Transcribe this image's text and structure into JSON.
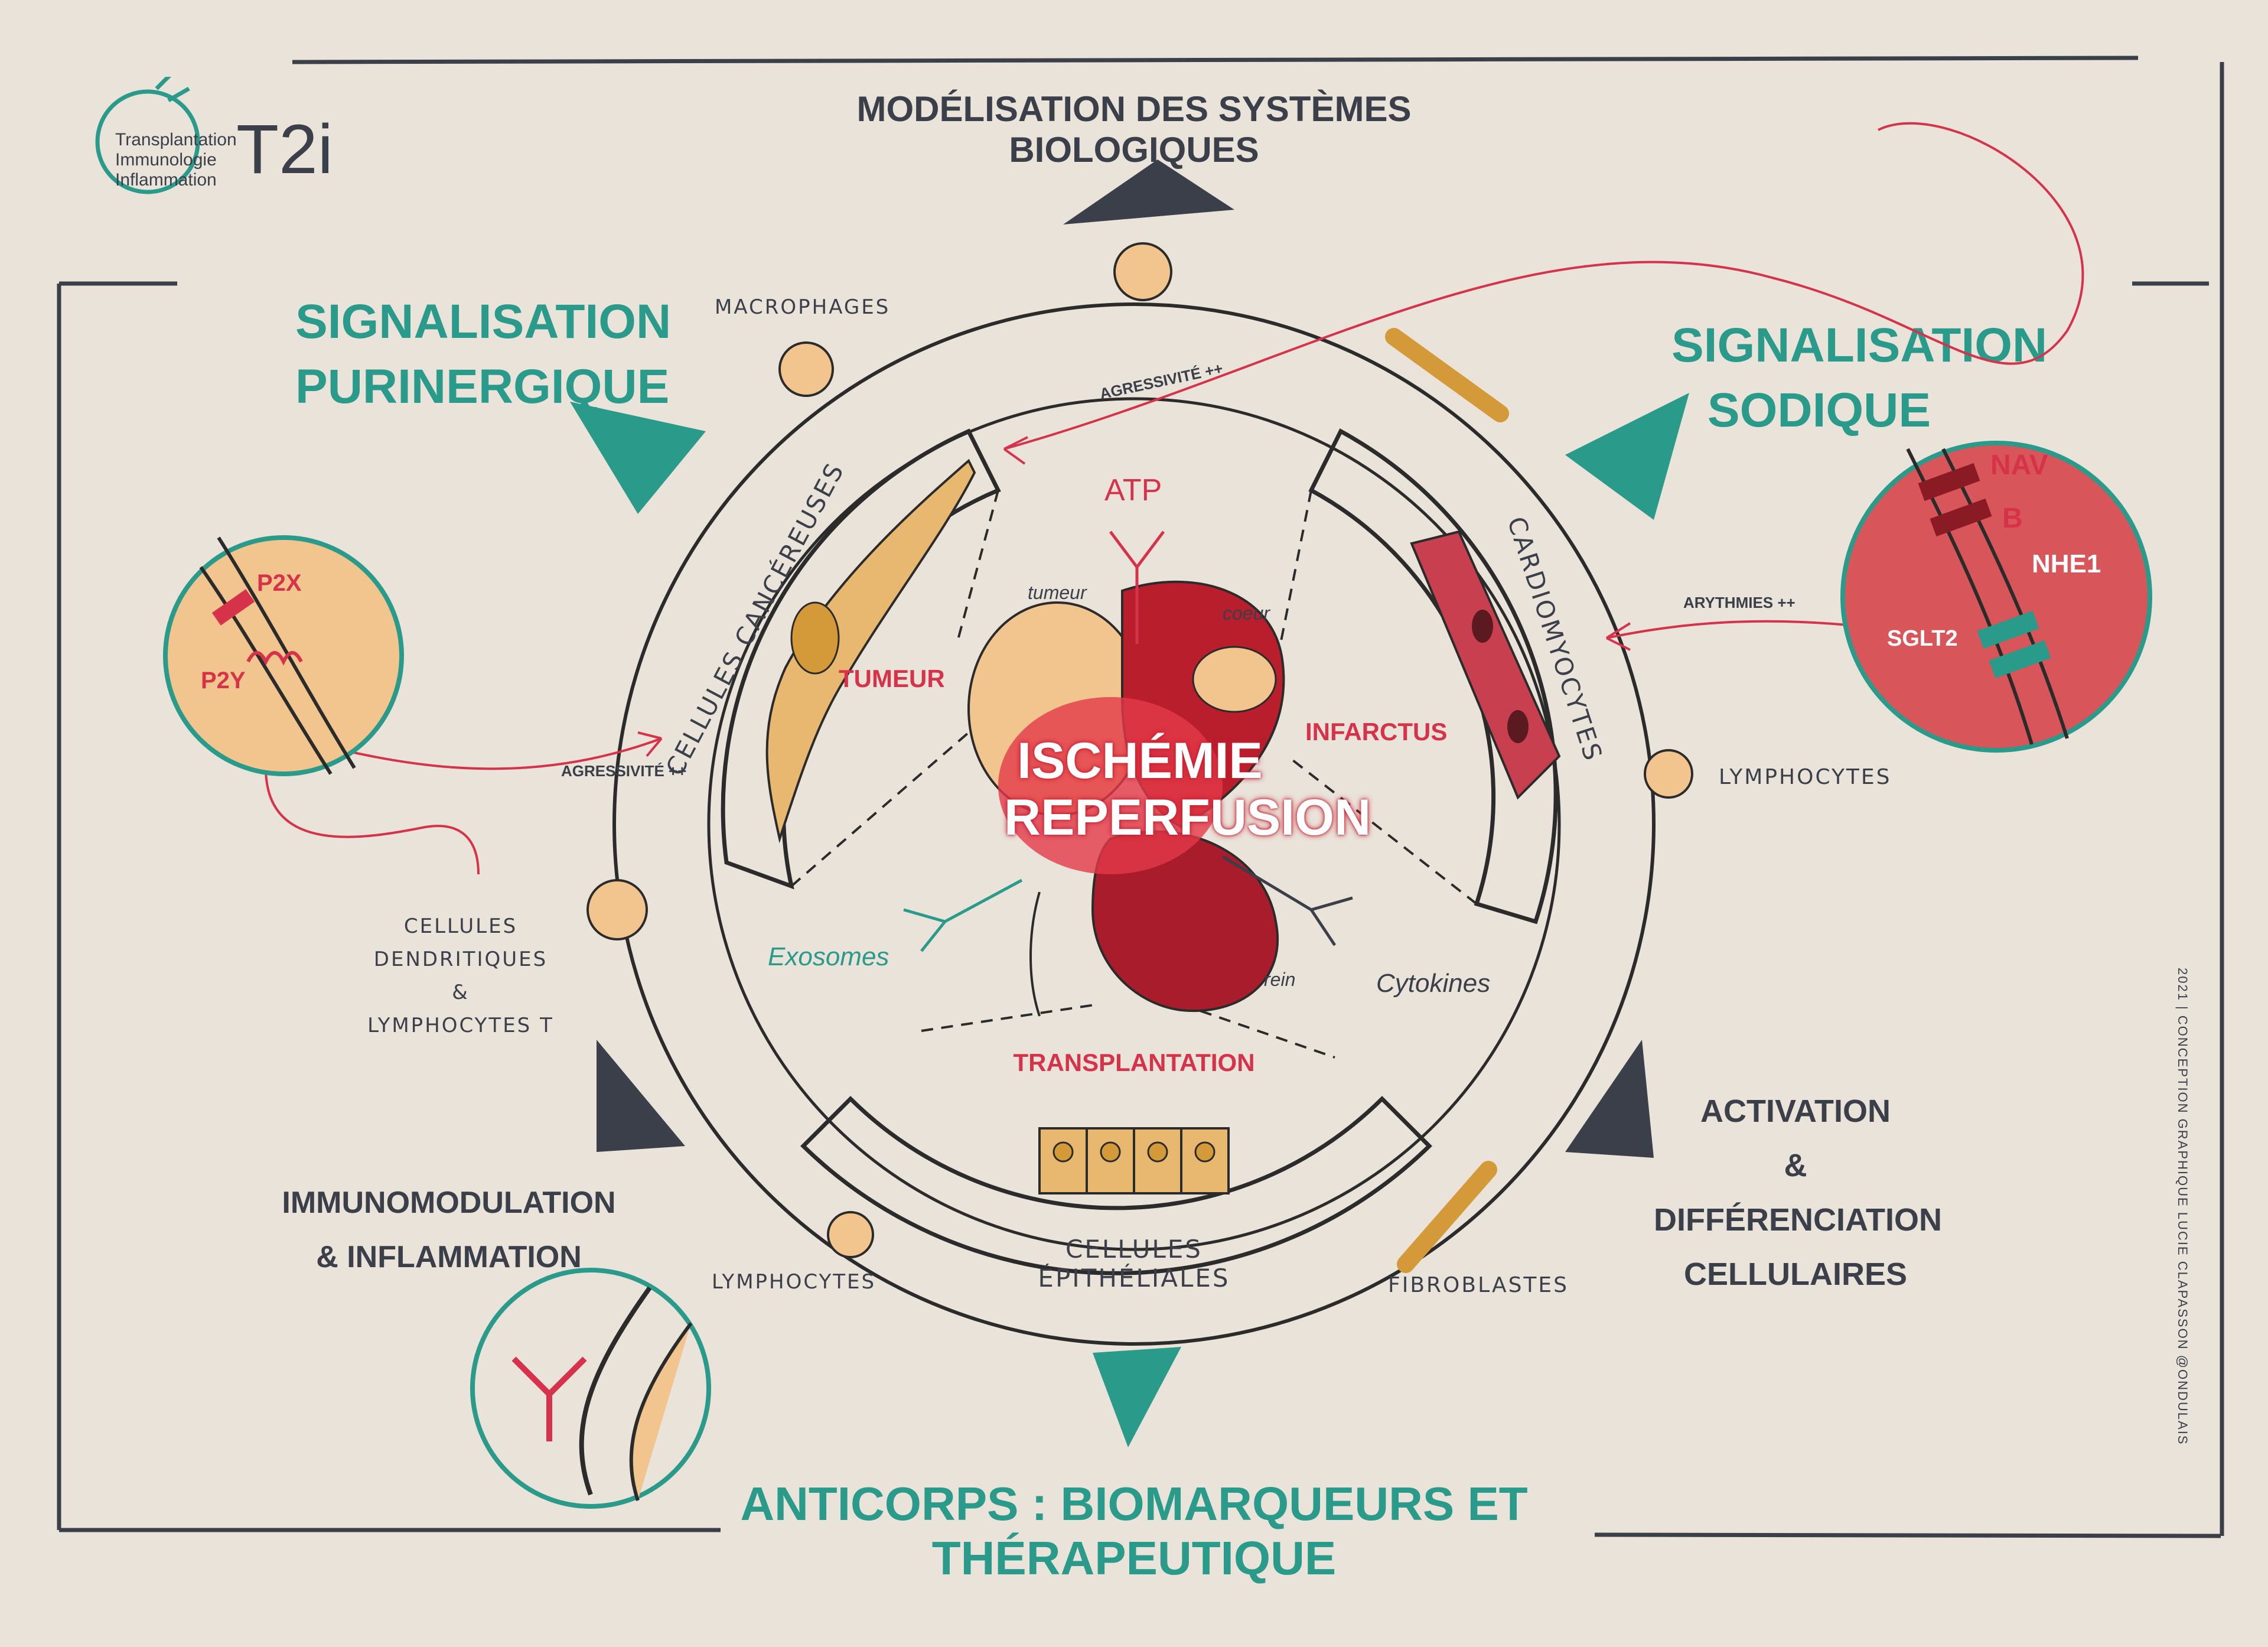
{
  "logo": {
    "lines": [
      "Transplantation",
      "Immunologie",
      "Inflammation"
    ],
    "mark": "T2i"
  },
  "top_title": "MODÉLISATION DES SYSTÈMES BIOLOGIQUES",
  "purinergic": {
    "line1": "Signalisation",
    "line2": "Purinergique",
    "receptor1": "P2X",
    "receptor2": "P2Y"
  },
  "sodium": {
    "line1": "Signalisation",
    "line2": "Sodique",
    "nav": "Nav",
    "beta": "β",
    "nhe": "NHE1",
    "sglt": "SGLT2"
  },
  "center": {
    "line1": "ISCHÉMIE",
    "line2": "REPERFUSION"
  },
  "organs": {
    "tumeur_small": "tumeur",
    "coeur_small": "coeur",
    "rein_small": "rein"
  },
  "sectors": {
    "tumeur": "TUMEUR",
    "infarctus": "INFARCTUS",
    "transplantation": "TRANSPLANTATION"
  },
  "molecules": {
    "atp": "ATP",
    "exosomes": "Exosomes",
    "cytokines": "Cytokines"
  },
  "cells": {
    "cancer": "CELLULES CANCÉREUSES",
    "cardio": "CARDIOMYOCYTES",
    "epith": "CELLULES ÉPITHÉLIALES",
    "macrophages": "MACROPHAGES",
    "lymphocytes_right": "LYMPHOCYTES",
    "lymphocytes_bottom": "LYMPHOCYTES",
    "fibroblastes": "FIBROBLASTES",
    "dendritic": [
      "CELLULES",
      "DENDRITIQUES",
      "&",
      "LYMPHOCYTES T"
    ]
  },
  "arrows": {
    "agress_top": "AGRESSIVITÉ ++",
    "agress_left": "AGRESSIVITÉ ++",
    "arythmies": "ARYTHMIES ++"
  },
  "immuno": [
    "IMMUNOMODULATION",
    "& INFLAMMATION"
  ],
  "activation": [
    "ACTIVATION",
    "&",
    "DIFFÉRENCIATION",
    "CELLULAIRES"
  ],
  "bottom_title": "Anticorps : Biomarqueurs et Thérapeutique",
  "credit": "2021 | CONCEPTION GRAPHIQUE LUCIE CLAPASSON @ONDULAIS",
  "colors": {
    "teal": "#2a9a8a",
    "red": "#d6334a",
    "dark": "#3a3f4a",
    "paper": "#e9e3da"
  }
}
